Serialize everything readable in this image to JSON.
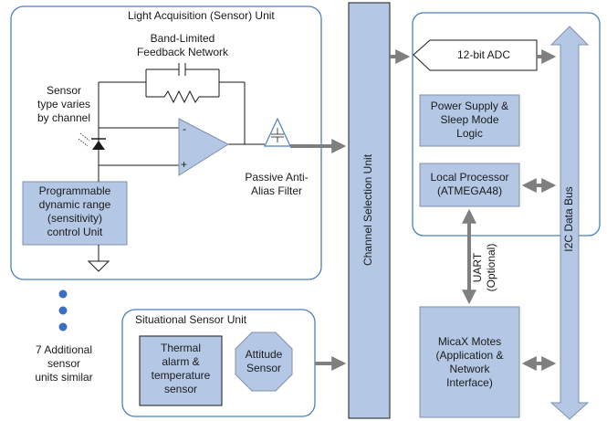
{
  "blocks": {
    "light_acquisition_title": "Light Acquisition (Sensor) Unit",
    "feedback_network_line1": "Band-Limited",
    "feedback_network_line2": "Feedback Network",
    "sensor_note_line1": "Sensor",
    "sensor_note_line2": "type varies",
    "sensor_note_line3": "by channel",
    "programmable_range_line1": "Programmable",
    "programmable_range_line2": "dynamic range",
    "programmable_range_line3": "(sensitivity)",
    "programmable_range_line4": "control Unit",
    "filter_line1": "Passive Anti-",
    "filter_line2": "Alias Filter",
    "channel_selection": "Channel Selection Unit",
    "adc": "12-bit ADC",
    "power_supply_line1": "Power Supply &",
    "power_supply_line2": "Sleep Mode",
    "power_supply_line3": "Logic",
    "local_processor_line1": "Local Processor",
    "local_processor_line2": "(ATMEGA48)",
    "i2c_bus": "I2C Data Bus",
    "uart_line1": "UART",
    "uart_line2": "(Optional)",
    "micax_line1": "MicaX Motes",
    "micax_line2": "(Application &",
    "micax_line3": "Network",
    "micax_line4": "Interface)",
    "situational_title": "Situational Sensor Unit",
    "thermal_line1": "Thermal",
    "thermal_line2": "alarm &",
    "thermal_line3": "temperature",
    "thermal_line4": "sensor",
    "attitude_line1": "Attitude",
    "attitude_line2": "Sensor",
    "additional_line1": "7 Additional",
    "additional_line2": "sensor",
    "additional_line3": "units similar",
    "opamp_minus": "-",
    "opamp_plus": "+"
  },
  "colors": {
    "block_fill": "#b4c8e6",
    "block_stroke": "#7f8fa8",
    "panel_stroke": "#4a7fc0",
    "arrow": "#7f7f7f",
    "dot": "#3a6fc4",
    "ink": "#1a1a1a"
  }
}
